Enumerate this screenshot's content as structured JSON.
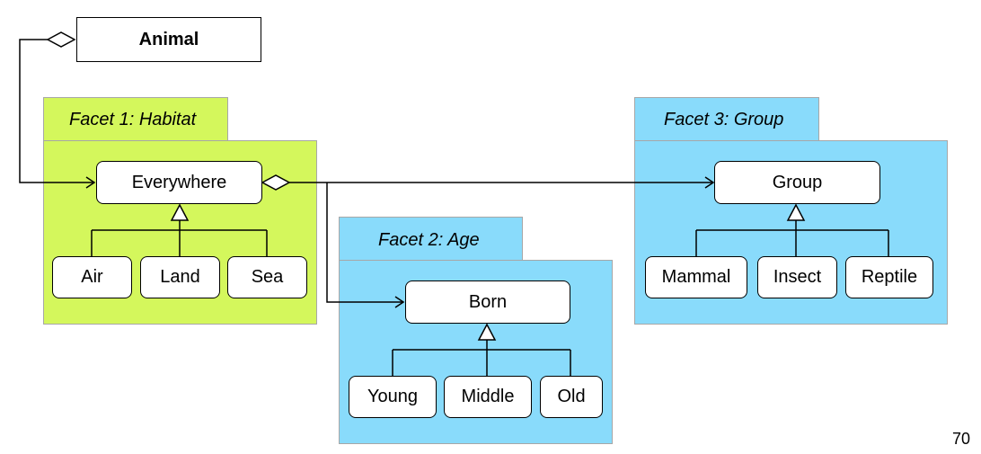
{
  "root": {
    "label": "Animal"
  },
  "facets": [
    {
      "title": "Facet 1: Habitat",
      "color": "#d4f75c",
      "parent": "Everywhere",
      "children": [
        "Air",
        "Land",
        "Sea"
      ]
    },
    {
      "title": "Facet 2: Age",
      "color": "#89dbfb",
      "parent": "Born",
      "children": [
        "Young",
        "Middle",
        "Old"
      ]
    },
    {
      "title": "Facet 3: Group",
      "color": "#89dbfb",
      "parent": "Group",
      "children": [
        "Mammal",
        "Insect",
        "Reptile"
      ]
    }
  ],
  "page_number": "70"
}
